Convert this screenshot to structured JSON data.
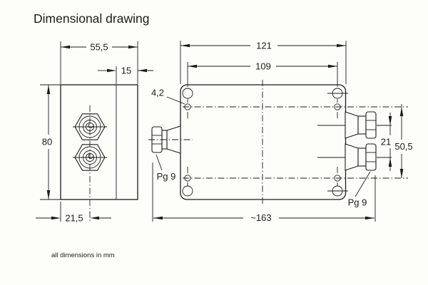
{
  "title": "Dimensional drawing",
  "note": "all dimensions in mm",
  "colors": {
    "line": "#1c1c1c",
    "background": "#fdfdfa"
  },
  "front_view": {
    "width": "55,5",
    "step_depth": "15",
    "height": "80",
    "connector_offset": "21,5"
  },
  "side_view": {
    "length": "121",
    "hole_spacing_horizontal": "109",
    "hole_diameter": "4,2",
    "gland_left_label": "Pg 9",
    "gland_right_label": "Pg 9",
    "gland_spacing": "21",
    "hole_spacing_vertical": "50,5",
    "overall_length": "~163"
  }
}
